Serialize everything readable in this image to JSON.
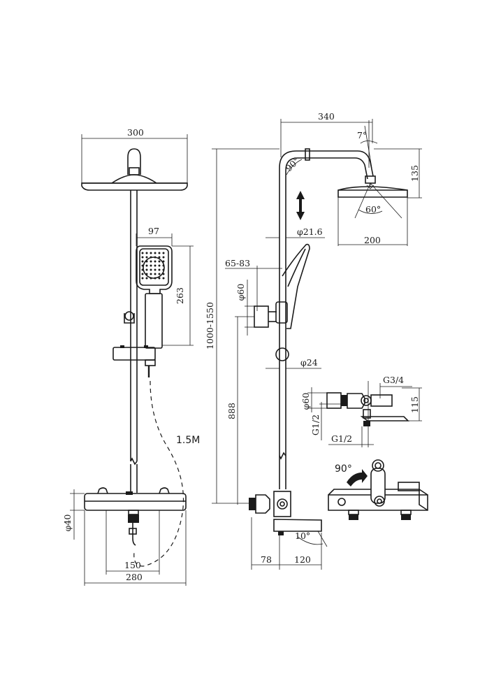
{
  "labels": {
    "width_head": "300",
    "handshower_width": "97",
    "handshower_height": "263",
    "hose_length": "1.5M",
    "body_diameter": "φ40",
    "inlet_spacing": "150",
    "body_width": "280",
    "arm_length": "340",
    "tilt_angle": "7°",
    "bend_angle": "90°",
    "arm_height": "135",
    "spray_angle": "60°",
    "head_diameter": "200",
    "pipe_diameter": "φ21.6",
    "adjust_range": "65-83",
    "flange_diameter": "φ60",
    "height_range": "1000-1550",
    "bar_diameter": "φ24",
    "outlet_height": "888",
    "g34": "G3/4",
    "small_flange": "φ60",
    "g12_vertical": "G1/2",
    "g12_horizontal": "G1/2",
    "valve_height": "115",
    "rotate_angle": "90°",
    "spout_angle": "10°",
    "offset_78": "78",
    "spout_120": "120"
  }
}
